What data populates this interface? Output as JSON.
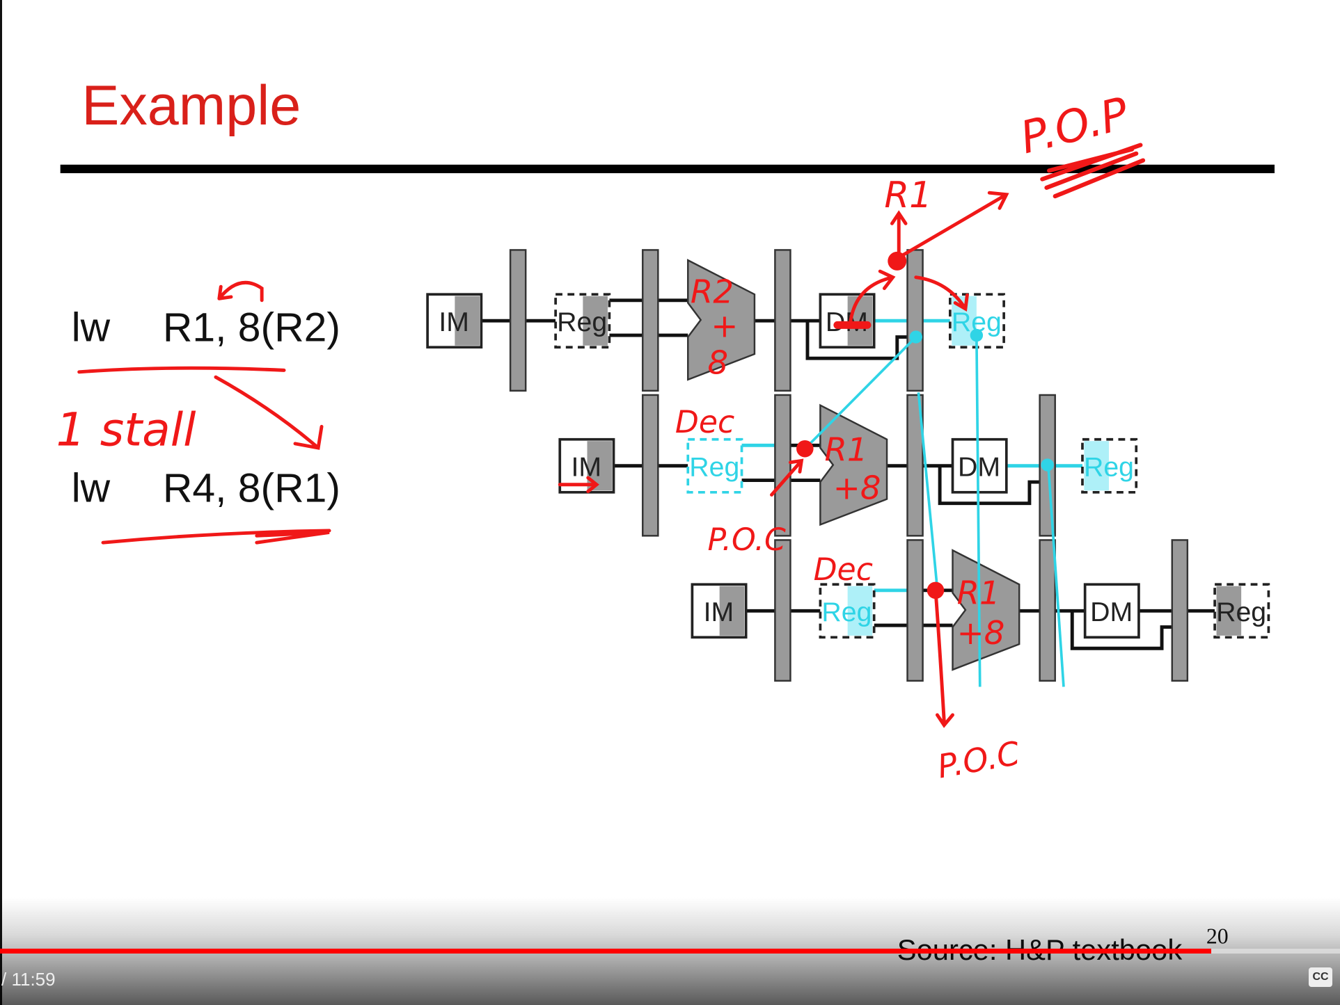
{
  "slide": {
    "title": "Example",
    "instructions": [
      {
        "op": "lw",
        "args": "R1, 8(R2)"
      },
      {
        "op": "lw",
        "args": "R4, 8(R1)"
      }
    ],
    "source": "Source: H&P textbook",
    "page_number": "20",
    "stage_labels": {
      "im": "IM",
      "reg": "Reg",
      "dm": "DM"
    }
  },
  "annotations": {
    "pop": "P.O.P",
    "r1_top": "R1",
    "r2_plus_8": [
      "R2",
      "+",
      "8"
    ],
    "stall": "1 stall",
    "dec_row2": "Dec",
    "r1_plus_8_row2": [
      "R1",
      "+8"
    ],
    "poc_row2": "P.O.C",
    "dec_row3": "Dec",
    "r1_plus_8_row3": [
      "R1",
      "+8"
    ],
    "poc_row3": "P.O.C"
  },
  "player": {
    "time": "/ 11:59",
    "progress_fraction": 0.904,
    "cc_label": "CC"
  },
  "colors": {
    "title": "#d9201a",
    "ink": "#f01818",
    "forward": "#2fd4e6",
    "stage_gray": "#9a9a9a"
  }
}
